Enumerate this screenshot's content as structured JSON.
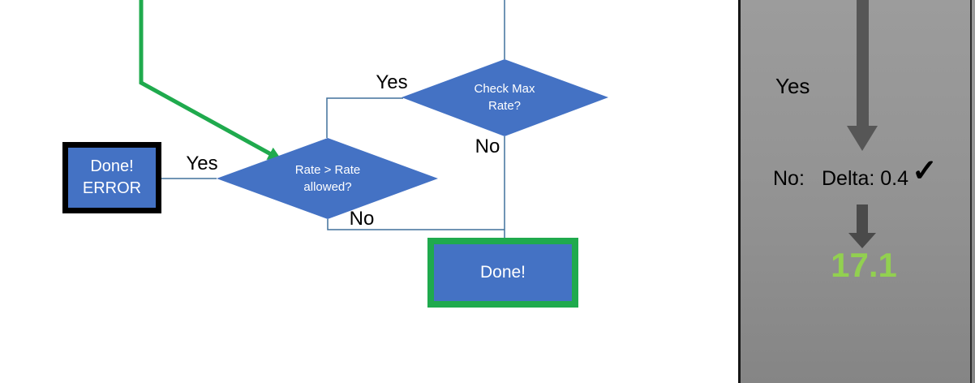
{
  "flowchart": {
    "check_max_diamond": {
      "line1": "Check Max",
      "line2": "Rate?"
    },
    "check_max_yes_label": "Yes",
    "check_max_no_label": "No",
    "rate_diamond": {
      "line1": "Rate > Rate",
      "line2": "allowed?"
    },
    "rate_yes_label": "Yes",
    "rate_no_label": "No",
    "done_error_box": {
      "line1": "Done!",
      "line2": "ERROR"
    },
    "done_box": {
      "label": "Done!"
    }
  },
  "side_panel": {
    "yes_label": "Yes",
    "no_label": "No:",
    "delta_value": "Delta: 0.4",
    "check_icon": "✓",
    "result_value": "17.1"
  },
  "colors": {
    "shape_blue": "#4472C4",
    "connector_blue": "#41719C",
    "accent_green": "#1FAA4D",
    "result_green": "#92D050",
    "arrow_gray": "#545454",
    "panel_gray": "#929292"
  }
}
